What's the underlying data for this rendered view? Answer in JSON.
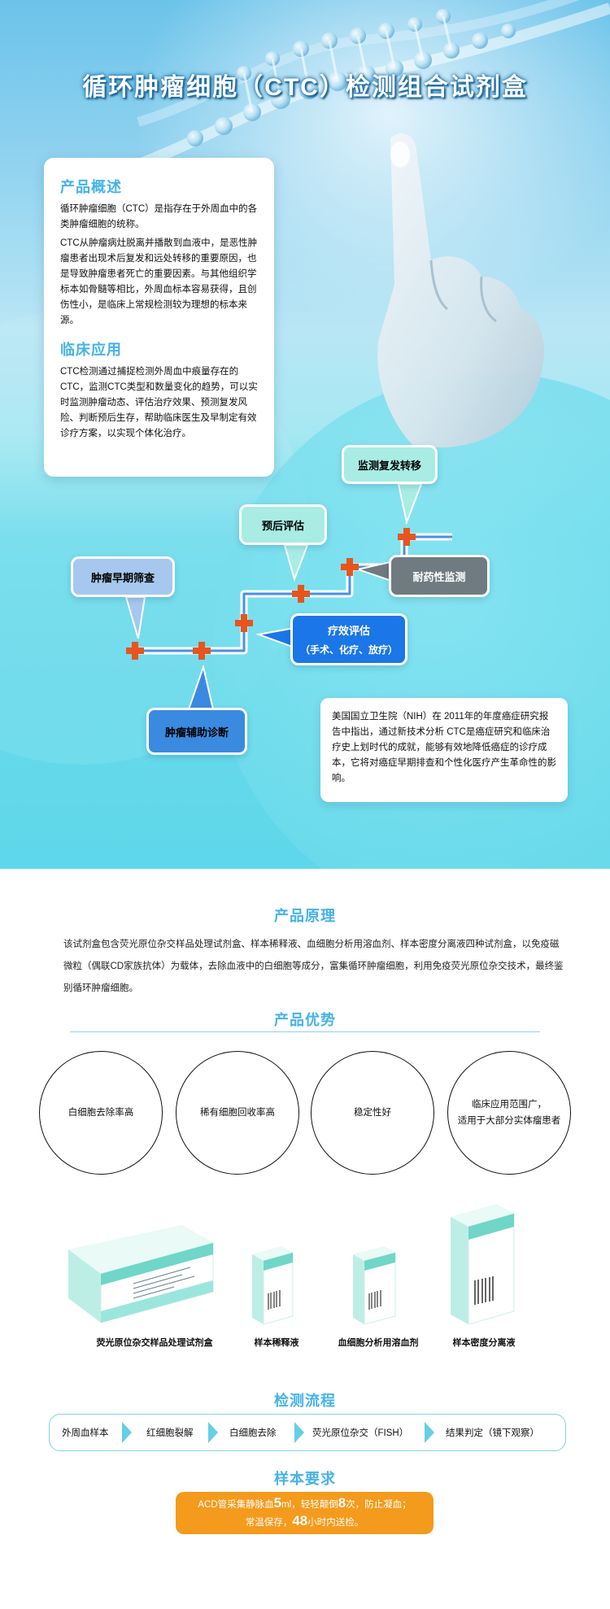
{
  "hero": {
    "title": "循环肿瘤细胞（CTC）检测组合试剂盒"
  },
  "overview": {
    "heading": "产品概述",
    "p1": "循环肿瘤细胞（CTC）是指存在于外周血中的各类肿瘤细胞的统称。",
    "p2": "CTC从肿瘤病灶脱离并播散到血液中，是恶性肿瘤患者出现术后复发和远处转移的重要原因，也是导致肿瘤患者死亡的重要因素。与其他组织学标本如骨髓等相比，外周血标本容易获得，且创伤性小，是临床上常规检测较为理想的标本来源。"
  },
  "clinical": {
    "heading": "临床应用",
    "p1": "CTC检测通过捕捉检测外周血中痕量存在的CTC，监测CTC类型和数量变化的趋势，可以实时监测肿瘤动态、评估治疗效果、预测复发风险、判断预后生存，帮助临床医生及早制定有效诊疗方案，以实现个体化治疗。"
  },
  "diagram": {
    "monitor": "监测复发转移",
    "prognosis": "预后评估",
    "early": "肿瘤早期筛查",
    "resistance": "耐药性监测",
    "efficacy": "疗效评估",
    "efficacy_sub": "（手术、化疗、放疗）",
    "auxiliary": "肿瘤辅助诊断"
  },
  "nih": {
    "text": "美国国立卫生院（NIH）在 2011年的年度癌症研究报告中指出，通过新技术分析 CTC是癌症研究和临床治疗史上划时代的成就，能够有效地降低癌症的诊疗成本，它将对癌症早期排查和个性化医疗产生革命性的影响。"
  },
  "principle": {
    "heading": "产品原理",
    "text": "该试剂盒包含荧光原位杂交样品处理试剂盒、样本稀释液、血细胞分析用溶血剂、样本密度分离液四种试剂盒，以免疫磁微粒（偶联CD家族抗体）为载体，去除血液中的白细胞等成分，富集循环肿瘤细胞，利用免疫荧光原位杂交技术，最终鉴别循环肿瘤细胞。"
  },
  "advantages": {
    "heading": "产品优势",
    "items": [
      "白细胞去除率高",
      "稀有细胞回收率高",
      "稳定性好",
      "临床应用范围广，\n适用于大部分实体瘤患者"
    ]
  },
  "products": {
    "labels": [
      "荧光原位杂交样品处理试剂盒",
      "样本稀释液",
      "血细胞分析用溶血剂",
      "样本密度分离液"
    ]
  },
  "workflow": {
    "heading": "检测流程",
    "steps": [
      "外周血样本",
      "红细胞裂解",
      "白细胞去除",
      "荧光原位杂交（FISH）",
      "结果判定（镜下观察）"
    ]
  },
  "sample": {
    "heading": "样本要求",
    "line1_a": "ACD管采集静脉血",
    "line1_b": "5",
    "line1_c": "ml，轻轻颠倒",
    "line1_d": "8",
    "line1_e": "次，防止凝血；",
    "line2_a": "常温保存，",
    "line2_b": "48",
    "line2_c": "小时内送检。"
  },
  "colors": {
    "accent": "#45b3e8",
    "orange": "#f49a1c",
    "cross": "#e8541d"
  }
}
